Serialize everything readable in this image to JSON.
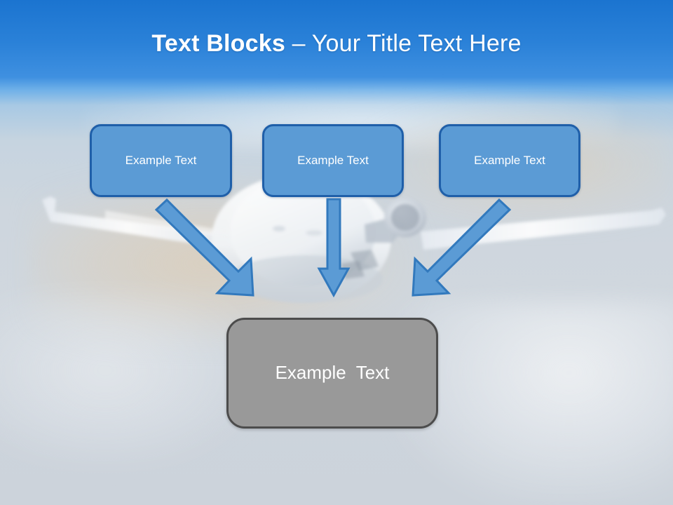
{
  "slide": {
    "title": {
      "strong": "Text Blocks",
      "separator": " – ",
      "light": "Your Title Text Here",
      "full": "Text Blocks – Your Title Text Here"
    },
    "background": {
      "description": "airplane-in-sky-photo",
      "sky_top_color": "#1b74d0",
      "sky_mid_color": "#6fb0e8",
      "haze_color": "#ccd3dd",
      "cloud_warm_color": "#decdb4"
    },
    "colors": {
      "box_fill": "#5b9bd5",
      "box_border": "#1f5fa9",
      "box_text": "#ffffff",
      "result_fill": "#999999",
      "result_border": "#4c4c4c",
      "result_text": "#ffffff",
      "arrow_fill": "#5b9bd5",
      "arrow_border": "#3279bd",
      "title_text": "#ffffff"
    },
    "top_boxes": [
      {
        "id": "blue-box-1",
        "label": "Example Text"
      },
      {
        "id": "blue-box-2",
        "label": "Example Text"
      },
      {
        "id": "blue-box-3",
        "label": "Example Text"
      }
    ],
    "arrows": [
      {
        "id": "arrow-left",
        "direction": "down-right",
        "from": "blue-box-1",
        "to": "result-box"
      },
      {
        "id": "arrow-center",
        "direction": "down",
        "from": "blue-box-2",
        "to": "result-box"
      },
      {
        "id": "arrow-right",
        "direction": "down-left",
        "from": "blue-box-3",
        "to": "result-box"
      }
    ],
    "result_box": {
      "id": "result-box",
      "label": "Example  Text"
    }
  }
}
